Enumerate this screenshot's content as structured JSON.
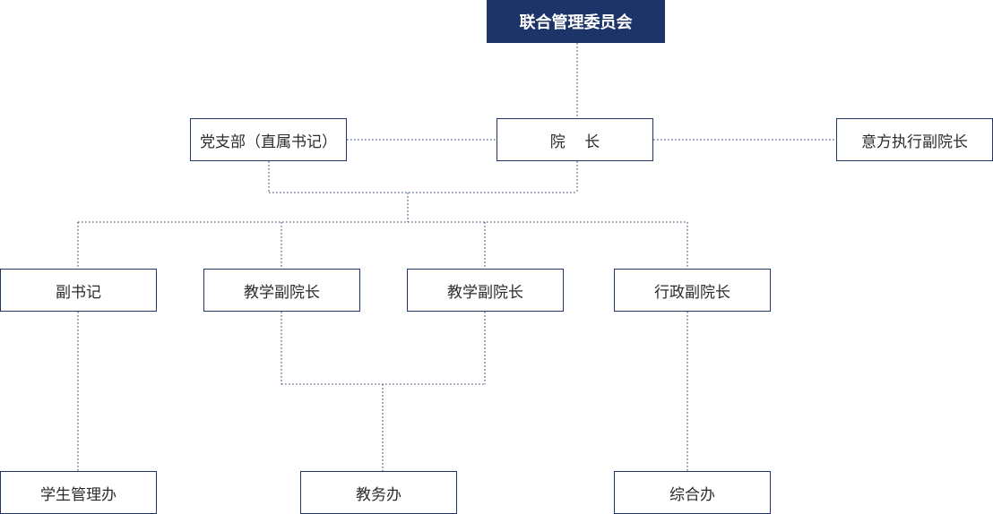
{
  "org_chart": {
    "top": "联合管理委员会",
    "party_branch": "党支部（直属书记）",
    "dean": "院    长",
    "foreign_exec_vice_dean": "意方执行副院长",
    "deputy_secretary": "副书记",
    "teaching_vice_dean_1": "教学副院长",
    "teaching_vice_dean_2": "教学副院长",
    "admin_vice_dean": "行政副院长",
    "student_affairs_office": "学生管理办",
    "academic_affairs_office": "教务办",
    "general_office": "综合办"
  },
  "colors": {
    "header_fill": "#1d3468",
    "border": "#1f3468",
    "connector": "#2b3f68"
  }
}
